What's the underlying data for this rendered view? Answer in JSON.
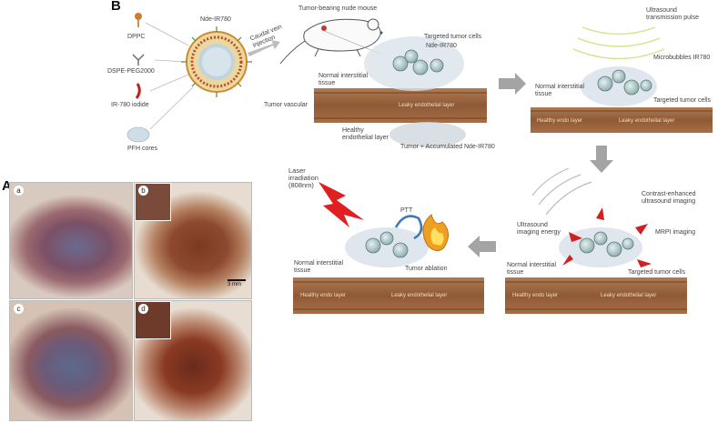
{
  "panel_labels": {
    "a": "A",
    "b": "B"
  },
  "components": {
    "dppc": "DPPC",
    "dspe": "DSPE-PEG2000",
    "ir780": "IR-780 iodide",
    "pfh": "PFH cores",
    "nanoparticle": "Nde-IR780"
  },
  "injection": {
    "label": "Caudal vein injection"
  },
  "step1": {
    "mouse_label": "Tumor-bearing nude mouse",
    "targeted_cells": "Targeted tumor cells",
    "nde": "Nde-IR780",
    "normal_tissue": "Normal interstitial tissue",
    "vascular": "Tumor vascular",
    "healthy_endo": "Healthy endothelial layer",
    "leaky_endo": "Leaky endothelial layer",
    "tumor_accum": "Tumor + Accumulated Nde-IR780"
  },
  "step2": {
    "ultrasound": "Ultrasound transmission pulse",
    "microbubbles": "Microbubbles IR780",
    "normal_tissue": "Normal interstitial tissue",
    "targeted_cells": "Targeted tumor cells",
    "healthy_endo": "Healthy endo layer",
    "leaky_endo": "Leaky endothelial layer"
  },
  "step3": {
    "contrast": "Contrast-enhanced ultrasound imaging",
    "us_energy": "Ultrasound imaging energy",
    "mrpi": "MRPI imaging",
    "normal_tissue": "Normal interstitial tissue",
    "targeted_cells": "Targeted tumor cells",
    "healthy_endo": "Healthy endo layer",
    "leaky_endo": "Leaky endothelial layer"
  },
  "step4": {
    "laser": "Laser irradiation (808nm)",
    "ptt": "PTT",
    "ablation": "Tumor ablation",
    "normal_tissue": "Normal interstitial tissue",
    "healthy_endo": "Healthy endo layer",
    "leaky_endo": "Leaky endothelial layer"
  },
  "photos": {
    "sub_a": "a",
    "sub_b": "b",
    "sub_c": "c",
    "sub_d": "d",
    "scale": "3 mm"
  },
  "colors": {
    "tissue": "#9a6440",
    "arrow": "#9a9a9a",
    "laser": "#e02020",
    "cell": "#a8c8c8"
  }
}
